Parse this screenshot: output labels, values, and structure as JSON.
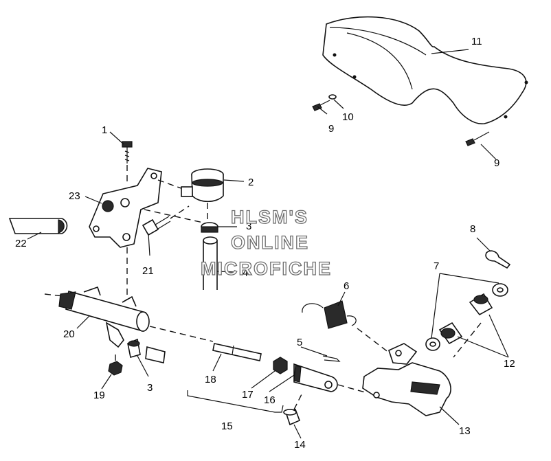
{
  "watermark": {
    "line1": "HLSM'S",
    "line2": "ONLINE",
    "line3": "MICROFICHE"
  },
  "callouts": {
    "c1": "1",
    "c2": "2",
    "c3a": "3",
    "c3b": "3",
    "c4": "4",
    "c5": "5",
    "c6": "6",
    "c7": "7",
    "c8": "8",
    "c9a": "9",
    "c9b": "9",
    "c10": "10",
    "c11": "11",
    "c12": "12",
    "c13": "13",
    "c14": "14",
    "c15": "15",
    "c16": "16",
    "c17": "17",
    "c18": "18",
    "c19": "19",
    "c20": "20",
    "c21": "21",
    "c22": "22",
    "c23": "23"
  }
}
